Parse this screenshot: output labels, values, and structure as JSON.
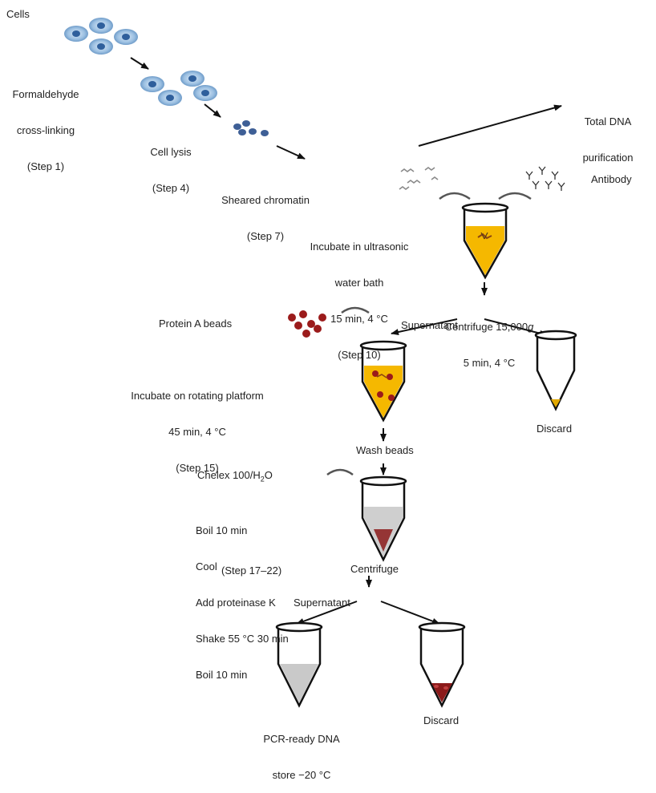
{
  "labels": {
    "cells": "Cells",
    "formaldehyde_l1": "Formaldehyde",
    "formaldehyde_l2": "cross-linking",
    "formaldehyde_l3": "(Step 1)",
    "lysis_l1": "Cell lysis",
    "lysis_l2": "(Step 4)",
    "sheared_l1": "Sheared chromatin",
    "sheared_l2": "(Step 7)",
    "total_dna_l1": "Total DNA",
    "total_dna_l2": "purification",
    "antibody": "Antibody",
    "ultrasonic_l1": "Incubate in ultrasonic",
    "ultrasonic_l2": "water bath",
    "ultrasonic_l3": "15 min, 4 °C",
    "ultrasonic_l4": "(Step 10)",
    "centrifuge1_l1": "Centrifuge 15,000",
    "centrifuge1_g": "g",
    "centrifuge1_l2": "5 min, 4 °C",
    "protein_a": "Protein A beads",
    "supernatant1": "Supernatant",
    "rotating_l1": "Incubate on rotating platform",
    "rotating_l2": "45 min, 4 °C",
    "rotating_l3": "(Step 15)",
    "discard1": "Discard",
    "wash_beads": "Wash beads",
    "chelex_prefix": "Chelex 100/H",
    "chelex_sub": "2",
    "chelex_suffix": "O",
    "step_boil1": "Boil 10 min",
    "step_cool": "Cool",
    "step_proteinase": "Add proteinase K",
    "step_shake": "Shake 55 °C 30 min",
    "step_boil2": "Boil 10 min",
    "step_range": "(Step 17–22)",
    "centrifuge2": "Centrifuge",
    "supernatant2": "Supernatant",
    "pcr_l1": "PCR-ready DNA",
    "pcr_l2": "store −20 °C",
    "discard2": "Discard"
  },
  "colors": {
    "yellow_fill": "#f5b800",
    "gray_fill": "#c9c9c9",
    "dark_red": "#8b1a1a",
    "cell_blue": "#8ab4d8",
    "nucleus_blue": "#2f5f9c",
    "bead_red": "#9b1b1b"
  }
}
